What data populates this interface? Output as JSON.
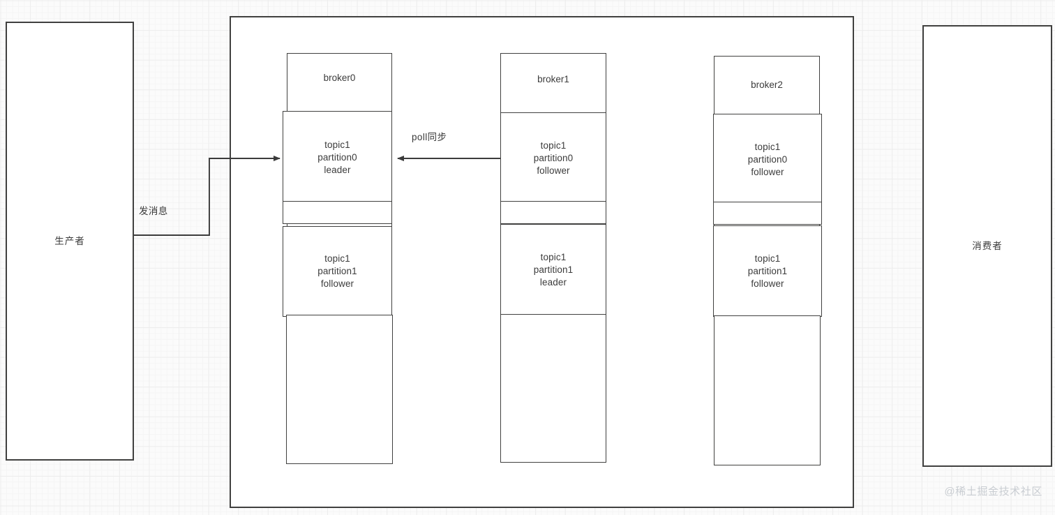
{
  "diagram": {
    "title": "Kafka broker cluster replication diagram",
    "background": {
      "color": "#fbfbfb",
      "grid_color": "#ededed",
      "grid": "graph-paper"
    },
    "stroke_color": "#40403f",
    "text_color": "#3b3b3b"
  },
  "producer": {
    "label": "生产者"
  },
  "consumer": {
    "label": "消费者"
  },
  "edges": {
    "send": {
      "label": "发消息",
      "from": "producer",
      "to": "broker0.partition0.leader",
      "arrow": "right"
    },
    "poll": {
      "label": "poll同步",
      "from": "broker1.partition0.follower",
      "to": "broker0.partition0.leader",
      "arrow": "left"
    }
  },
  "brokers": [
    {
      "name": "broker0",
      "partitions": [
        {
          "topic": "topic1",
          "partition": "partition0",
          "role": "leader",
          "text": "topic1\npartition0\nleader"
        },
        {
          "topic": "topic1",
          "partition": "partition1",
          "role": "follower",
          "text": "topic1\npartition1\nfollower"
        }
      ]
    },
    {
      "name": "broker1",
      "partitions": [
        {
          "topic": "topic1",
          "partition": "partition0",
          "role": "follower",
          "text": "topic1\npartition0\nfollower"
        },
        {
          "topic": "topic1",
          "partition": "partition1",
          "role": "leader",
          "text": "topic1\npartition1\nleader"
        }
      ]
    },
    {
      "name": "broker2",
      "partitions": [
        {
          "topic": "topic1",
          "partition": "partition0",
          "role": "follower",
          "text": "topic1\npartition0\nfollower"
        },
        {
          "topic": "topic1",
          "partition": "partition1",
          "role": "follower",
          "text": "topic1\npartition1\nfollower"
        }
      ]
    }
  ],
  "watermark": {
    "text": "@稀土掘金技术社区",
    "color": "#c9cdd2"
  }
}
